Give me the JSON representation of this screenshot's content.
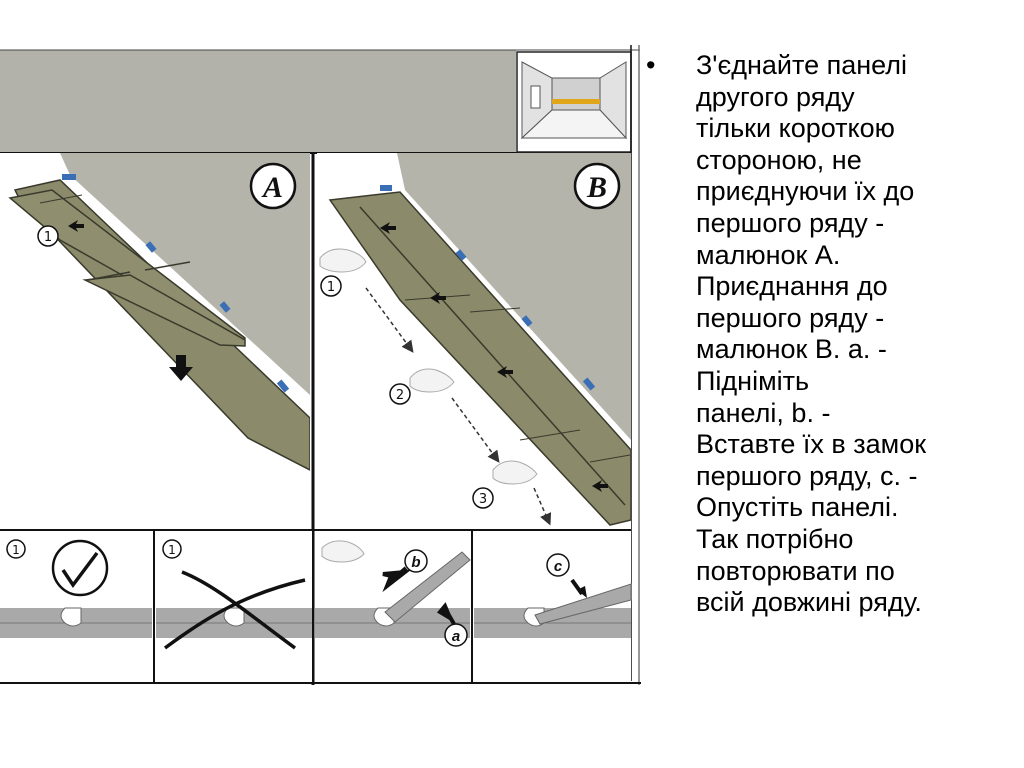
{
  "figure": {
    "panel_labels": [
      "A",
      "B"
    ],
    "step_markers": [
      "1",
      "2",
      "3"
    ],
    "detail_markers": [
      "a",
      "b",
      "c"
    ]
  },
  "caption": {
    "bullet": "•",
    "lines": [
      "З'єднайте панелі",
      "другого ряду",
      "тільки короткою",
      "стороною, не",
      "приєднуючи їх до",
      "першого ряду -",
      "малюнок А.",
      "Приєднання до",
      "першого ряду -",
      "малюнок В. а. -",
      "Підніміть",
      "панелі,  b. -",
      "Вставте їх в замок",
      "першого ряду,  с. -",
      "Опустіть панелі.",
      "Так потрібно",
      "повторювати по",
      "всій довжині ряду."
    ]
  },
  "colors": {
    "wall": "#b2b2ab",
    "board": "#8b8a6b",
    "board_edge": "#3a3a2c",
    "spacer": "#3a6fb5",
    "frame": "#111111"
  }
}
